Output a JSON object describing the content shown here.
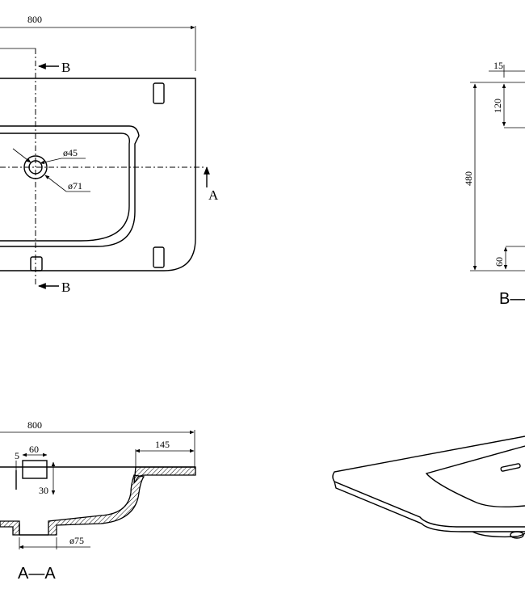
{
  "plan_view": {
    "width_dim": "800",
    "cut_b_top": "B",
    "cut_b_bottom": "B",
    "cut_a": "A",
    "hole_inner_dim": "ø45",
    "hole_outer_dim": "ø71"
  },
  "side_section_bb": {
    "top_dim": "15",
    "dim_120": "120",
    "dim_480": "480",
    "dim_60": "60",
    "section_label": "B—"
  },
  "section_aa": {
    "width_dim": "800",
    "dim_145": "145",
    "dim_60": "60",
    "dim_5": "5",
    "dim_30": "30",
    "drain_dim": "ø75",
    "section_label": "A—A"
  }
}
